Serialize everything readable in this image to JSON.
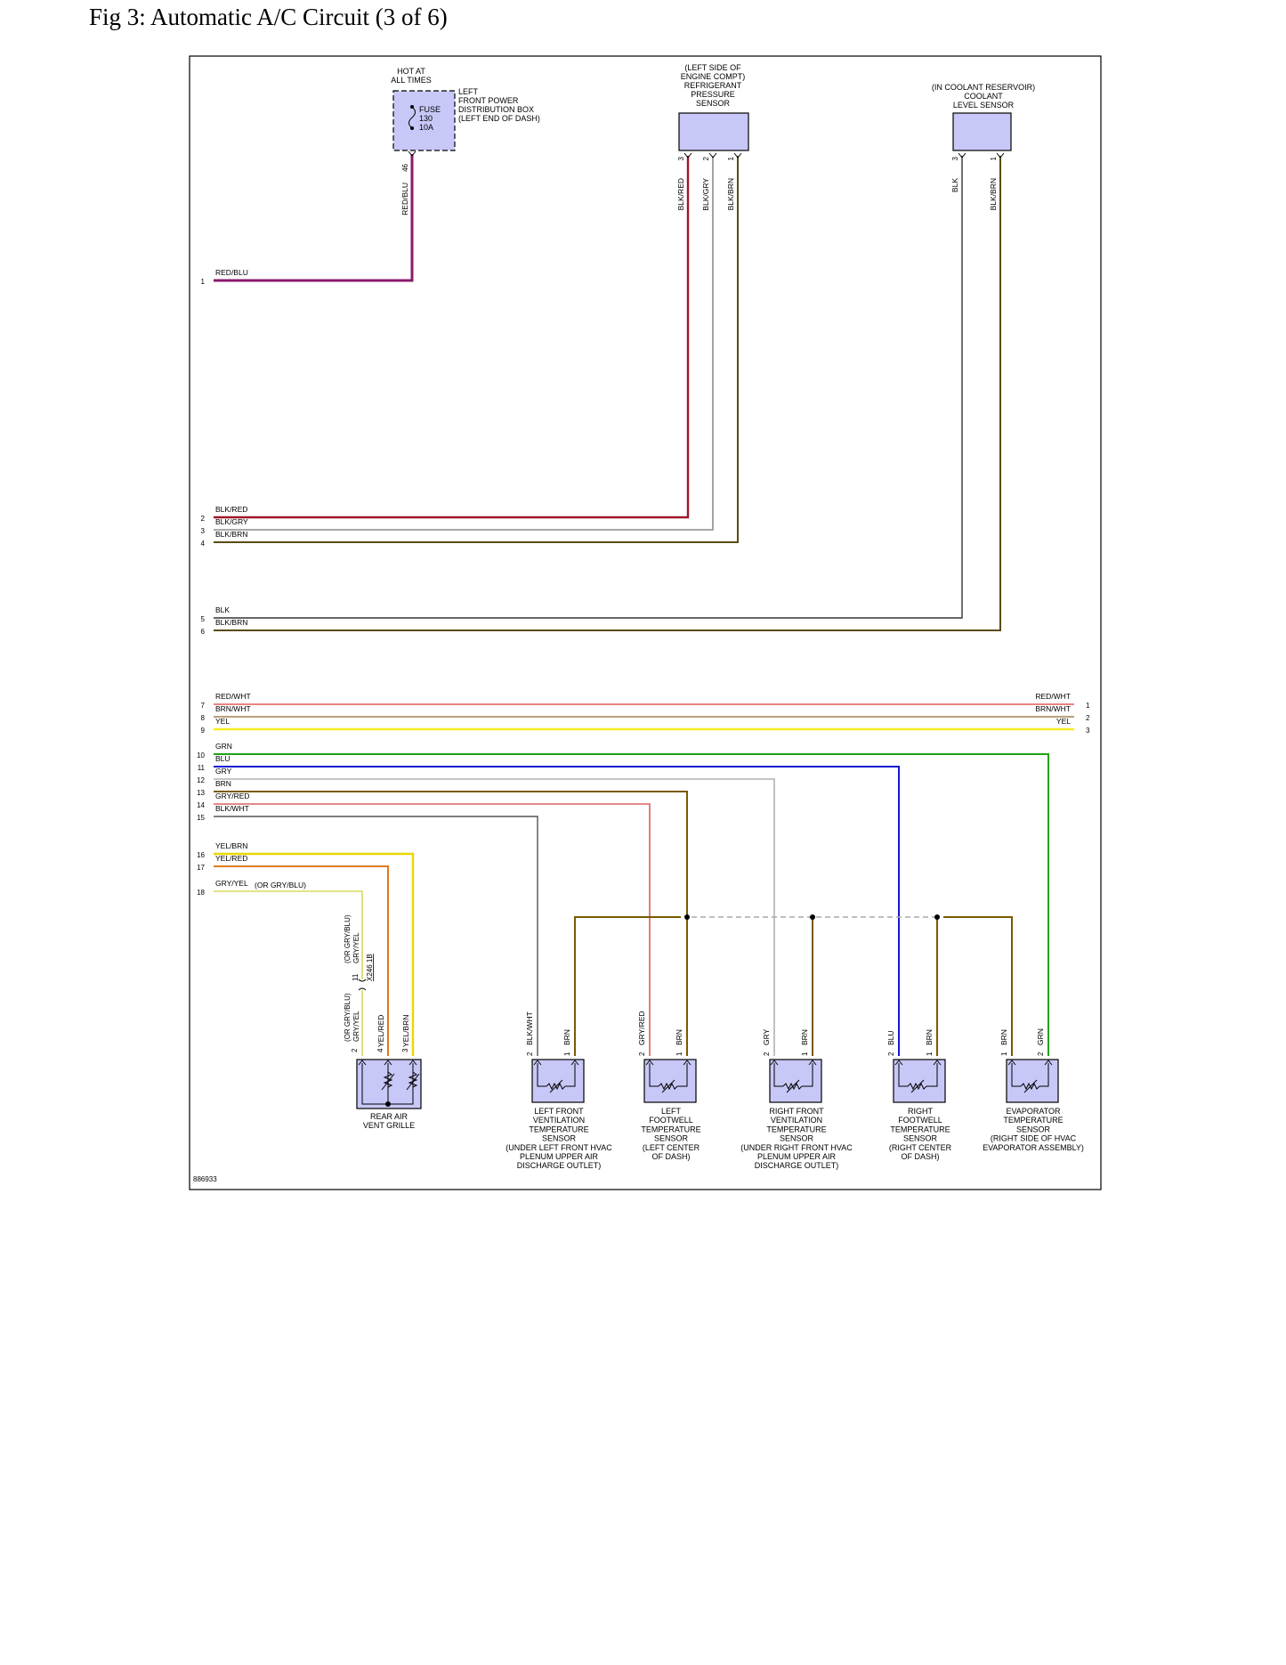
{
  "title": "Fig 3: Automatic A/C Circuit (3 of 6)",
  "figure_id": "886933",
  "colors": {
    "RED/BLU": "#8b1a6b",
    "BLK/RED": "#a0142a",
    "BLK/GRY": "#8c8c8c",
    "BLK/BRN": "#5c4a10",
    "BLK": "#333333",
    "RED/WHT": "#e05a5a",
    "BRN/WHT": "#a08050",
    "YEL": "#f5ee20",
    "GRN": "#21a019",
    "BLU": "#1515d0",
    "GRY": "#b0b0b0",
    "BRN": "#7a5a00",
    "GRY/RED": "#d86060",
    "BLK/WHT": "#555555",
    "YEL/BRN": "#e8d800",
    "YEL/RED": "#e07a1a",
    "GRY/YEL": "#d8d860",
    "component_fill": "#c8c8f8",
    "splice_dash": "#aaaaaa"
  },
  "left_pins": [
    {
      "num": "1",
      "wire": "RED/BLU"
    },
    {
      "num": "2",
      "wire": "BLK/RED"
    },
    {
      "num": "3",
      "wire": "BLK/GRY"
    },
    {
      "num": "4",
      "wire": "BLK/BRN"
    },
    {
      "num": "5",
      "wire": "BLK"
    },
    {
      "num": "6",
      "wire": "BLK/BRN"
    },
    {
      "num": "7",
      "wire": "RED/WHT"
    },
    {
      "num": "8",
      "wire": "BRN/WHT"
    },
    {
      "num": "9",
      "wire": "YEL"
    },
    {
      "num": "10",
      "wire": "GRN"
    },
    {
      "num": "11",
      "wire": "BLU"
    },
    {
      "num": "12",
      "wire": "GRY"
    },
    {
      "num": "13",
      "wire": "BRN"
    },
    {
      "num": "14",
      "wire": "GRY/RED"
    },
    {
      "num": "15",
      "wire": "BLK/WHT"
    },
    {
      "num": "16",
      "wire": "YEL/BRN"
    },
    {
      "num": "17",
      "wire": "YEL/RED"
    },
    {
      "num": "18",
      "wire": "GRY/YEL"
    }
  ],
  "right_pins": [
    {
      "num": "1",
      "wire": "RED/WHT"
    },
    {
      "num": "2",
      "wire": "BRN/WHT"
    },
    {
      "num": "3",
      "wire": "YEL"
    }
  ],
  "alt_wire_note": "(OR GRY/BLU)",
  "fuse_box": {
    "hot_label": [
      "HOT AT",
      "ALL TIMES"
    ],
    "fuse_label": [
      "FUSE",
      "130",
      "10A"
    ],
    "box_label": [
      "LEFT",
      "FRONT POWER",
      "DISTRIBUTION BOX",
      "(LEFT END OF DASH)"
    ],
    "pin": "46",
    "wire": "RED/BLU"
  },
  "pressure_sensor": {
    "label": [
      "(LEFT SIDE OF",
      "ENGINE COMPT)",
      "REFRIGERANT",
      "PRESSURE",
      "SENSOR"
    ],
    "pins": [
      {
        "num": "3",
        "wire": "BLK/RED"
      },
      {
        "num": "2",
        "wire": "BLK/GRY"
      },
      {
        "num": "1",
        "wire": "BLK/BRN"
      }
    ]
  },
  "coolant_sensor": {
    "label": [
      "(IN COOLANT RESERVOIR)",
      "COOLANT",
      "LEVEL SENSOR"
    ],
    "pins": [
      {
        "num": "3",
        "wire": "BLK"
      },
      {
        "num": "1",
        "wire": "BLK/BRN"
      }
    ]
  },
  "inline_connector": {
    "pin": "11",
    "name": "X246 1B",
    "upper_wire": [
      "(OR GRY/BLU)",
      "GRY/YEL"
    ],
    "lower_wire": [
      "(OR GRY/BLU)",
      "GRY/YEL"
    ]
  },
  "rear_vent": {
    "label": [
      "REAR AIR",
      "VENT GRILLE"
    ],
    "pins": [
      {
        "num": "4",
        "wire": "YEL/RED"
      },
      {
        "num": "3",
        "wire": "YEL/BRN"
      },
      {
        "num": "2",
        "wire": ""
      }
    ]
  },
  "sensors": [
    {
      "key": "lf_vent",
      "label": [
        "LEFT FRONT",
        "VENTILATION",
        "TEMPERATURE",
        "SENSOR",
        "(UNDER LEFT FRONT HVAC",
        "PLENUM UPPER AIR",
        "DISCHARGE OUTLET)"
      ],
      "pins": [
        {
          "num": "2",
          "wire": "BLK/WHT"
        },
        {
          "num": "1",
          "wire": "BRN"
        }
      ]
    },
    {
      "key": "l_foot",
      "label": [
        "LEFT",
        "FOOTWELL",
        "TEMPERATURE",
        "SENSOR",
        "(LEFT CENTER",
        "OF DASH)"
      ],
      "pins": [
        {
          "num": "2",
          "wire": "GRY/RED"
        },
        {
          "num": "1",
          "wire": "BRN"
        }
      ]
    },
    {
      "key": "rf_vent",
      "label": [
        "RIGHT FRONT",
        "VENTILATION",
        "TEMPERATURE",
        "SENSOR",
        "(UNDER RIGHT FRONT HVAC",
        "PLENUM UPPER AIR",
        "DISCHARGE OUTLET)"
      ],
      "pins": [
        {
          "num": "2",
          "wire": "GRY"
        },
        {
          "num": "1",
          "wire": "BRN"
        }
      ]
    },
    {
      "key": "r_foot",
      "label": [
        "RIGHT",
        "FOOTWELL",
        "TEMPERATURE",
        "SENSOR",
        "(RIGHT CENTER",
        "OF DASH)"
      ],
      "pins": [
        {
          "num": "2",
          "wire": "BLU"
        },
        {
          "num": "1",
          "wire": "BRN"
        }
      ]
    },
    {
      "key": "evap",
      "label": [
        "EVAPORATOR",
        "TEMPERATURE",
        "SENSOR",
        "(RIGHT SIDE OF HVAC",
        "EVAPORATOR ASSEMBLY)"
      ],
      "pins": [
        {
          "num": "1",
          "wire": "BRN"
        },
        {
          "num": "2",
          "wire": "GRN"
        }
      ]
    }
  ]
}
